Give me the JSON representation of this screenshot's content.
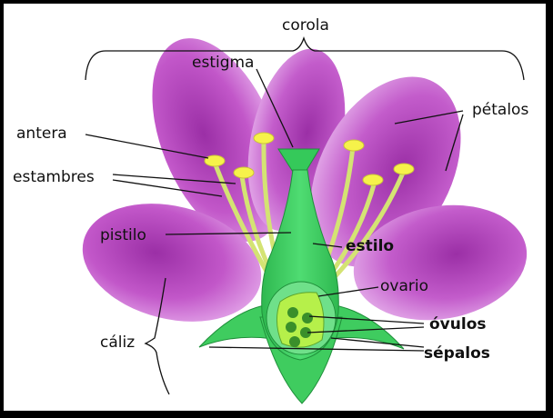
{
  "labels": {
    "corola": "corola",
    "estigma": "estigma",
    "petalos": "pétalos",
    "antera": "antera",
    "estambres": "estambres",
    "pistilo": "pistilo",
    "estilo": "estilo",
    "ovario": "ovario",
    "ovulos": "óvulos",
    "caliz": "cáliz",
    "sepalos": "sépalos"
  },
  "colors": {
    "petal": "#c257c9",
    "petal_dark": "#9b2fa6",
    "petal_light": "#e7b2ec",
    "pistil": "#35c95a",
    "stamen": "#d8e67a",
    "anther": "#f3f04a",
    "ovule": "#3a8f2a"
  }
}
